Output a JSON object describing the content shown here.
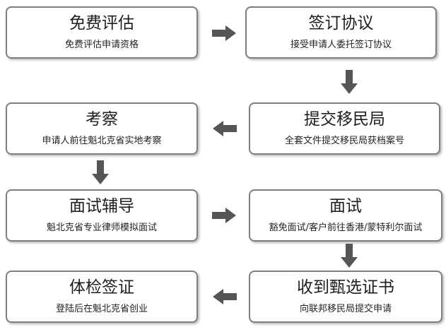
{
  "colors": {
    "border": "#7f7f7f",
    "arrow": "#555555",
    "text": "#1e1e1e"
  },
  "steps": [
    {
      "title": "免费评估",
      "subtitle": "免费评估申请资格"
    },
    {
      "title": "签订协议",
      "subtitle": "接受申请人委托签订协议"
    },
    {
      "title": "提交移民局",
      "subtitle": "全套文件提交移民局获档案号"
    },
    {
      "title": "考察",
      "subtitle": "申请人前往魁北克省实地考察"
    },
    {
      "title": "面试辅导",
      "subtitle": "魁北克省专业律师模拟面试"
    },
    {
      "title": "面试",
      "subtitle": "豁免面试/客户前往香港/蒙特利尔面试"
    },
    {
      "title": "收到甄选证书",
      "subtitle": "向联邦移民局提交申请"
    },
    {
      "title": "体检签证",
      "subtitle": "登陆后在魁北克省创业"
    }
  ],
  "arrows": [
    {
      "direction": "right"
    },
    {
      "direction": "down"
    },
    {
      "direction": "left"
    },
    {
      "direction": "down"
    },
    {
      "direction": "right"
    },
    {
      "direction": "down"
    },
    {
      "direction": "left"
    }
  ]
}
